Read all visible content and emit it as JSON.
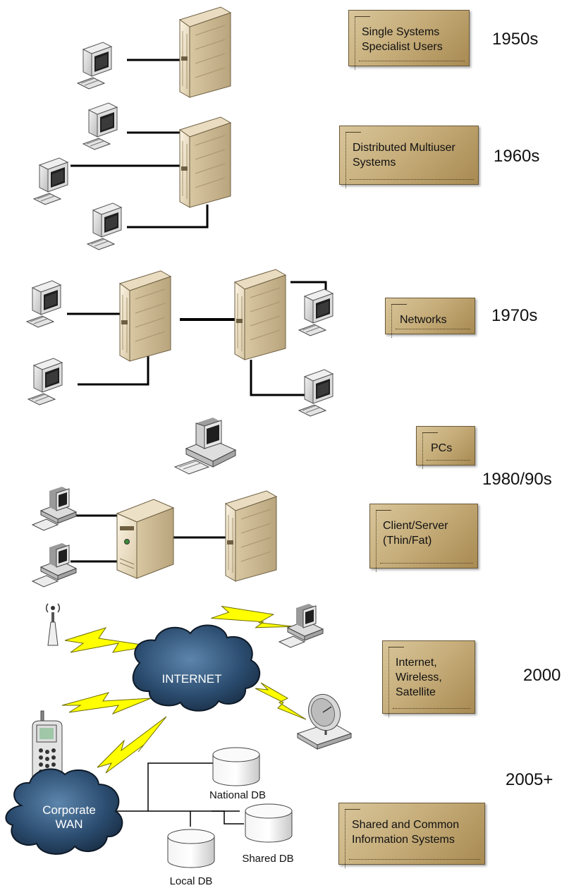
{
  "eras": [
    {
      "id": "1950s",
      "label": "Single Systems\nSpecialist Users",
      "year": "1950s"
    },
    {
      "id": "1960s",
      "label": "Distributed Multiuser\nSystems",
      "year": "1960s"
    },
    {
      "id": "1970s",
      "label": "Networks",
      "year": "1970s"
    },
    {
      "id": "1980s",
      "label": "PCs",
      "year": "1980/90s"
    },
    {
      "id": "clientserver",
      "label": "Client/Server\n(Thin/Fat)",
      "year": ""
    },
    {
      "id": "2000",
      "label": "Internet,\nWireless,\nSatellite",
      "year": "2000"
    },
    {
      "id": "2005",
      "label": "Shared and Common\nInformation Systems",
      "year": "2005+"
    }
  ],
  "clouds": {
    "internet": "INTERNET",
    "corporate_wan_line1": "Corporate",
    "corporate_wan_line2": "WAN"
  },
  "databases": {
    "national": "National DB",
    "shared": "Shared DB",
    "local": "Local DB"
  },
  "colors": {
    "box_fill": "#c7ae7b",
    "box_border": "#6b5a3a",
    "server_fill": "#efe4cb",
    "cloud_fill": "#1f3b5a",
    "lightning": "#ffff00",
    "line": "#000000"
  }
}
